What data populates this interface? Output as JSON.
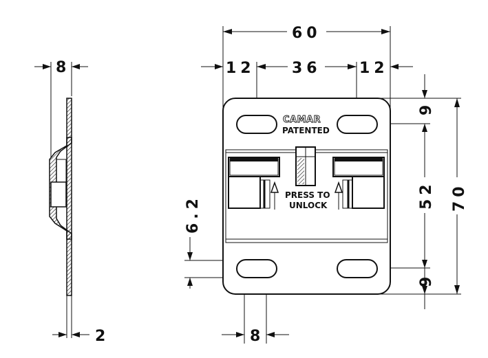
{
  "side_view": {
    "dim_top": "8",
    "dim_bottom": "2"
  },
  "front_view": {
    "dim_overall_width": "60",
    "dim_left_margin": "12",
    "dim_center": "36",
    "dim_right_margin": "12",
    "dim_top_slot": "9",
    "dim_slot_spacing": "52",
    "dim_overall_height": "70",
    "dim_bottom_slot": "9",
    "dim_slot_height": "6.2",
    "dim_slot_width": "8",
    "brand_text": "CAMAR",
    "patented_text": "PATENTED",
    "instruction_line1": "PRESS TO",
    "instruction_line2": "UNLOCK"
  }
}
